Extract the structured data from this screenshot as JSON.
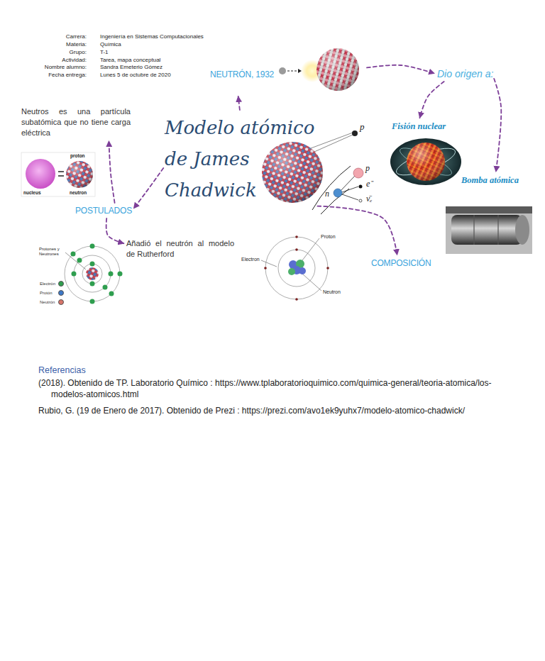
{
  "diagram": {
    "nodes": [
      {
        "text": [
          "Modelo atómico de James Chadwick"
        ]
      },
      {
        "text": [
          "NEUTRÓN, 1932"
        ]
      },
      {
        "text": [
          "Dio origen a:"
        ]
      },
      {
        "text": [
          "Fisión nuclear"
        ]
      },
      {
        "text": [
          "Bomba atómica"
        ]
      },
      {
        "text": [
          "POSTULADOS"
        ]
      },
      {
        "text": [
          "Neutros es una partícula subatómica que no tiene carga eléctrica"
        ]
      },
      {
        "text": [
          "Añadió el neutrón al modelo de Rutherford"
        ]
      },
      {
        "text": [
          "COMPOSICIÓN"
        ]
      }
    ],
    "edges": [
      {
        "from": 0,
        "to": 1,
        "arrow": "to"
      },
      {
        "from": 1,
        "to": 2,
        "arrow": "to"
      },
      {
        "from": 2,
        "to": 3,
        "arrow": "to"
      },
      {
        "from": 2,
        "to": 4,
        "arrow": "to"
      },
      {
        "from": 0,
        "to": 5,
        "arrow": "to"
      },
      {
        "from": 5,
        "to": 6,
        "arrow": "to"
      },
      {
        "from": 5,
        "to": 7,
        "arrow": "to"
      },
      {
        "from": 0,
        "to": 8,
        "arrow": "to"
      }
    ],
    "labels": [
      "Carrera:",
      "Ingeniería en Sistemas Computacionales",
      "Materia:",
      "Química",
      "Grupo:",
      "T-1",
      "Actividad:",
      "Tarea, mapa conceptual",
      "Nombre alumno:",
      "Sandra Emeterio Gómez",
      "Fecha entrega:",
      "Lunes 5 de octubre de 2020",
      "p",
      "p",
      "e⁻",
      "ν̄ₑ",
      "n",
      "proton",
      "nucleus",
      "neutron",
      "Protones y Neutrones",
      "Proton",
      "Electron",
      "Neutron",
      "Referencias",
      "(2018). Obtenido de TP. Laboratorio Químico : https://www.tplaboratorioquimico.com/quimica-general/teoria-atomica/los-modelos-atomicos.html",
      "Rubio, G. (19 de Enero de 2017). Obtenido de Prezi : https://prezi.com/avo1ek9yuhx7/modelo-atomico-chadwick/"
    ],
    "legend": [
      {
        "text": "Electrón",
        "color": "#2f9e4f"
      },
      {
        "text": "Protón",
        "color": "#3c78c8"
      },
      {
        "text": "Neutrón",
        "color": "#d8756a"
      }
    ]
  }
}
